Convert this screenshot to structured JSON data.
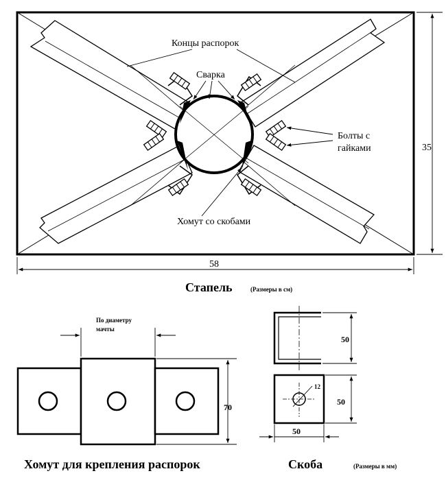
{
  "stapel": {
    "title": "Стапель",
    "units_note": "(Размеры в см)",
    "width_label": "58",
    "height_label": "35",
    "labels": {
      "strut_ends": "Концы распорок",
      "welding": "Сварка",
      "bolts_line1": "Болты с",
      "bolts_line2": "гайками",
      "clamp": "Хомут со скобами"
    }
  },
  "clamp_detail": {
    "title": "Хомут для крепления распорок",
    "diameter_line1": "По диаметру",
    "diameter_line2": "мачты",
    "height_label": "70"
  },
  "bracket_detail": {
    "title": "Скоба",
    "units_note": "(Размеры в мм)",
    "top_height_label": "50",
    "hole_label": "12",
    "side_height_label": "50",
    "width_label": "50"
  }
}
